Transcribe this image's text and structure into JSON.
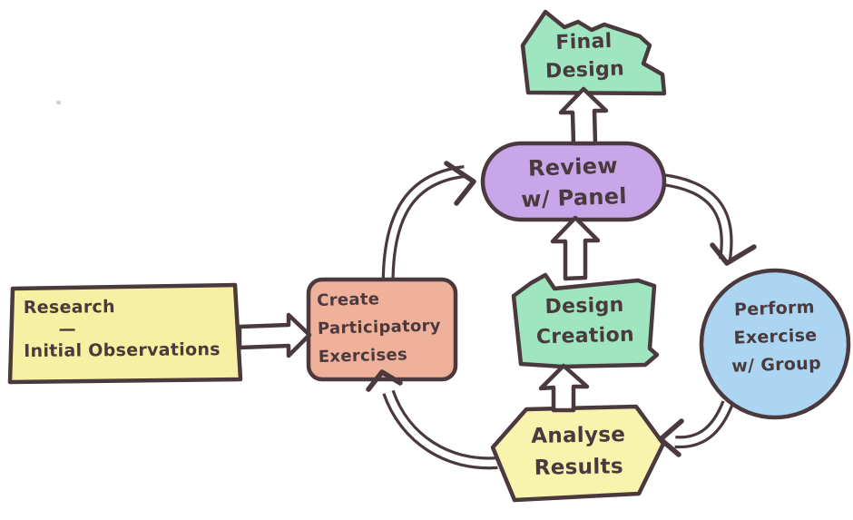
{
  "theme": {
    "ink": "#4a3a3e",
    "paper": "#ffffff"
  },
  "diagram": {
    "type": "flowchart",
    "style": "hand-drawn sketch",
    "nodes": [
      {
        "id": "research",
        "shape": "rectangle",
        "fill": "#f7f0a2",
        "label": "Research\n  —\nInitial Observations"
      },
      {
        "id": "create-participatory-exercises",
        "shape": "rounded-rectangle",
        "fill": "#f0b19b",
        "label": "Create\nParticipatory\nExercises"
      },
      {
        "id": "review-w-panel",
        "shape": "pill",
        "fill": "#c9a5ea",
        "label": "Review\nw/ Panel"
      },
      {
        "id": "final-design",
        "shape": "torn-paper",
        "fill": "#9ee5c0",
        "label": "Final\nDesign"
      },
      {
        "id": "design-creation",
        "shape": "irregular-quad",
        "fill": "#9ee5c0",
        "label": "Design\nCreation"
      },
      {
        "id": "perform-exercise-w-group",
        "shape": "circle",
        "fill": "#acd5f2",
        "label": "Perform\nExercise\nw/ Group"
      },
      {
        "id": "analyse-results",
        "shape": "hexagon",
        "fill": "#f8f3ad",
        "label": "Analyse\nResults"
      }
    ],
    "edges": [
      {
        "from": "research",
        "to": "create-participatory-exercises",
        "style": "straight-hollow-arrow"
      },
      {
        "from": "create-participatory-exercises",
        "to": "review-w-panel",
        "style": "curved-outline-arrow"
      },
      {
        "from": "review-w-panel",
        "to": "perform-exercise-w-group",
        "style": "curved-outline-arrow"
      },
      {
        "from": "perform-exercise-w-group",
        "to": "analyse-results",
        "style": "curved-outline-arrow"
      },
      {
        "from": "analyse-results",
        "to": "create-participatory-exercises",
        "style": "curved-outline-arrow"
      },
      {
        "from": "analyse-results",
        "to": "design-creation",
        "style": "straight-hollow-arrow"
      },
      {
        "from": "design-creation",
        "to": "review-w-panel",
        "style": "straight-hollow-arrow"
      },
      {
        "from": "review-w-panel",
        "to": "final-design",
        "style": "straight-hollow-arrow"
      }
    ]
  }
}
